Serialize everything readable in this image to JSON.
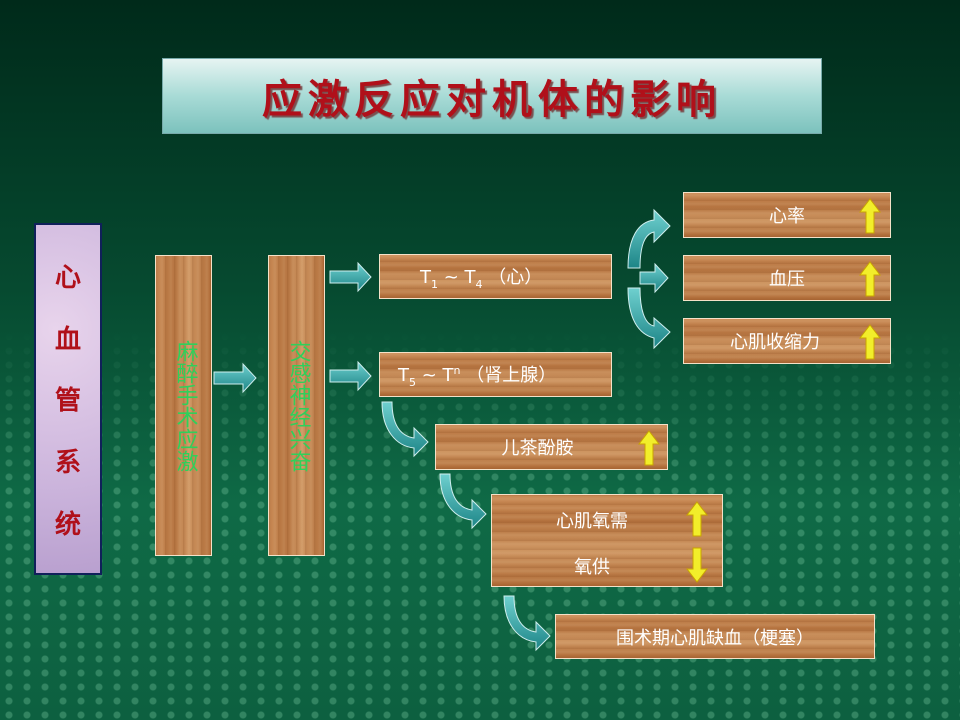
{
  "title": "应激反应对机体的影响",
  "side_label": [
    "心",
    "血",
    "管",
    "系",
    "统"
  ],
  "box_anesthesia": "麻醉手术应激",
  "box_sympathetic": "交感神经兴奋",
  "node_t1t4": {
    "prefix": "T",
    "sub1": "1",
    "mid": " ~ T",
    "sub2": "4",
    "suffix": " （心）"
  },
  "node_t5tn": {
    "prefix": "T",
    "sub1": "5",
    "mid": " ~ T",
    "sub2": "n",
    "suffix": " （肾上腺）"
  },
  "heart_rate": "心率",
  "blood_pressure": "血压",
  "contractility": "心肌收缩力",
  "catecholamine": "儿茶酚胺",
  "o2_demand": "心肌氧需",
  "o2_supply": "氧供",
  "ischemia": "围术期心肌缺血（梗塞）",
  "colors": {
    "title_text": "#b0101a",
    "vertical_text": "#2fd05a",
    "arrow_up": "#f2ee2a",
    "arrow_fill": "#2a9fa0"
  }
}
